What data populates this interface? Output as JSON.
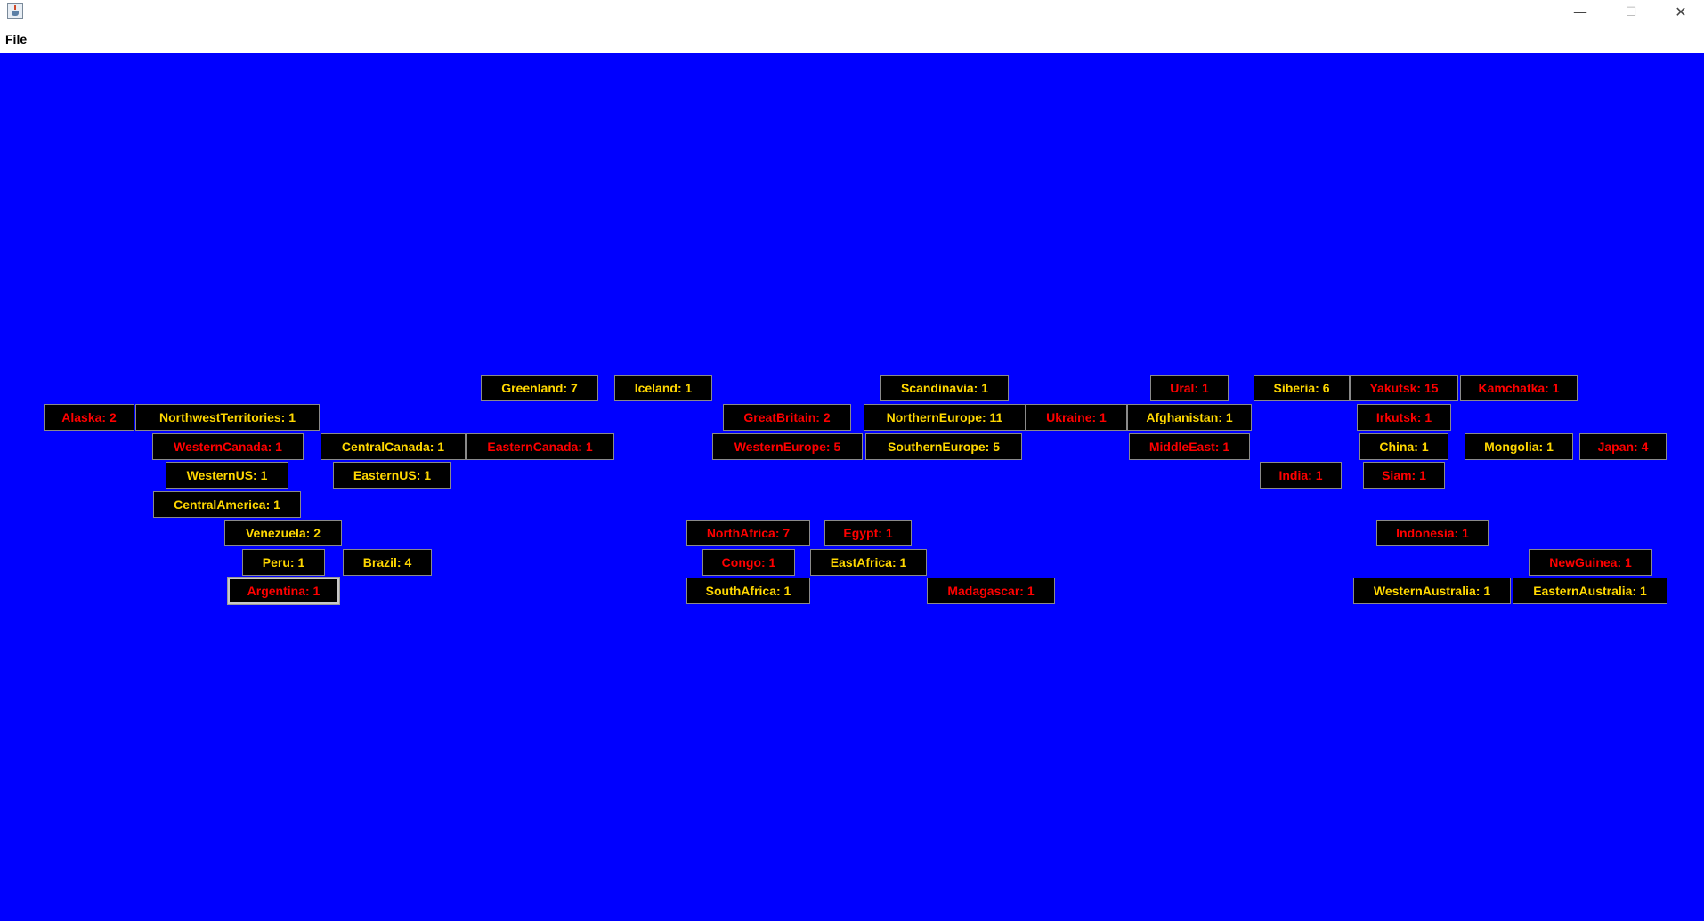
{
  "window": {
    "icon": "java-cup-icon",
    "minimize_glyph": "—",
    "maximize_glyph": "☐",
    "close_glyph": "✕"
  },
  "menu": {
    "file": "File"
  },
  "colors": {
    "board": "#0000ff",
    "owner_yellow": "#ffd700",
    "owner_red": "#ff0000",
    "tile": "#000000"
  },
  "territories": [
    {
      "label": "Greenland: 7",
      "owner": "yellow"
    },
    {
      "label": "Iceland: 1",
      "owner": "yellow"
    },
    {
      "label": "Scandinavia: 1",
      "owner": "yellow"
    },
    {
      "label": "Ural: 1",
      "owner": "red"
    },
    {
      "label": "Siberia: 6",
      "owner": "yellow"
    },
    {
      "label": "Yakutsk: 15",
      "owner": "red"
    },
    {
      "label": "Kamchatka: 1",
      "owner": "red"
    },
    {
      "label": "Alaska: 2",
      "owner": "red"
    },
    {
      "label": "NorthwestTerritories: 1",
      "owner": "yellow"
    },
    {
      "label": "GreatBritain: 2",
      "owner": "red"
    },
    {
      "label": "NorthernEurope: 11",
      "owner": "yellow"
    },
    {
      "label": "Ukraine: 1",
      "owner": "red"
    },
    {
      "label": "Afghanistan: 1",
      "owner": "yellow"
    },
    {
      "label": "Irkutsk: 1",
      "owner": "red"
    },
    {
      "label": "WesternCanada: 1",
      "owner": "red"
    },
    {
      "label": "CentralCanada: 1",
      "owner": "yellow"
    },
    {
      "label": "EasternCanada: 1",
      "owner": "red"
    },
    {
      "label": "WesternEurope: 5",
      "owner": "red"
    },
    {
      "label": "SouthernEurope: 5",
      "owner": "yellow"
    },
    {
      "label": "MiddleEast: 1",
      "owner": "red"
    },
    {
      "label": "China: 1",
      "owner": "yellow"
    },
    {
      "label": "Mongolia: 1",
      "owner": "yellow"
    },
    {
      "label": "Japan: 4",
      "owner": "red"
    },
    {
      "label": "WesternUS: 1",
      "owner": "yellow"
    },
    {
      "label": "EasternUS: 1",
      "owner": "yellow"
    },
    {
      "label": "India: 1",
      "owner": "red"
    },
    {
      "label": "Siam: 1",
      "owner": "red"
    },
    {
      "label": "CentralAmerica: 1",
      "owner": "yellow"
    },
    {
      "label": "Venezuela: 2",
      "owner": "yellow"
    },
    {
      "label": "NorthAfrica: 7",
      "owner": "red"
    },
    {
      "label": "Egypt: 1",
      "owner": "red"
    },
    {
      "label": "Indonesia: 1",
      "owner": "red"
    },
    {
      "label": "Peru: 1",
      "owner": "yellow"
    },
    {
      "label": "Brazil: 4",
      "owner": "yellow"
    },
    {
      "label": "Congo: 1",
      "owner": "red"
    },
    {
      "label": "EastAfrica: 1",
      "owner": "yellow"
    },
    {
      "label": "NewGuinea: 1",
      "owner": "red"
    },
    {
      "label": "Argentina: 1",
      "owner": "red",
      "selected": true
    },
    {
      "label": "SouthAfrica: 1",
      "owner": "yellow"
    },
    {
      "label": "Madagascar: 1",
      "owner": "red"
    },
    {
      "label": "WesternAustralia: 1",
      "owner": "yellow"
    },
    {
      "label": "EasternAustralia: 1",
      "owner": "yellow"
    }
  ]
}
